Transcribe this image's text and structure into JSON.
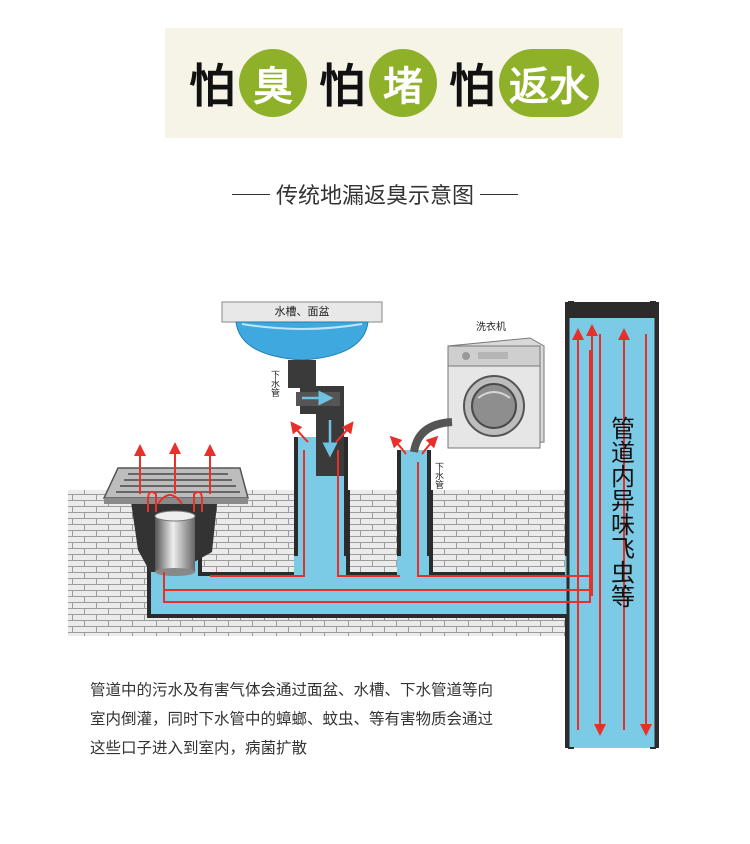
{
  "slogan": {
    "items": [
      {
        "prefix": "怕",
        "highlight": "臭"
      },
      {
        "prefix": "怕",
        "highlight": "堵"
      },
      {
        "prefix": "怕",
        "highlight": "返水"
      }
    ]
  },
  "subtitle": "传统地漏返臭示意图",
  "diagram": {
    "sink_label": "水槽、面盆",
    "drain_pipe_label_left": "下水管",
    "drain_pipe_label_right": "下水管",
    "washer_label": "洗衣机",
    "main_pipe_label": "管道内异味飞虫等"
  },
  "description": {
    "lines": [
      "管道中的污水及有害气体会通过面盆、水槽、下水管道等向",
      "室内倒灌，同时下水管中的蟑螂、蚊虫、等有害物质会通过",
      "这些口子进入到室内，病菌扩散"
    ]
  },
  "colors": {
    "highlight_green": "#8fb12a",
    "water_blue": "#7ccbe6",
    "arrow_red": "#e8302a"
  }
}
